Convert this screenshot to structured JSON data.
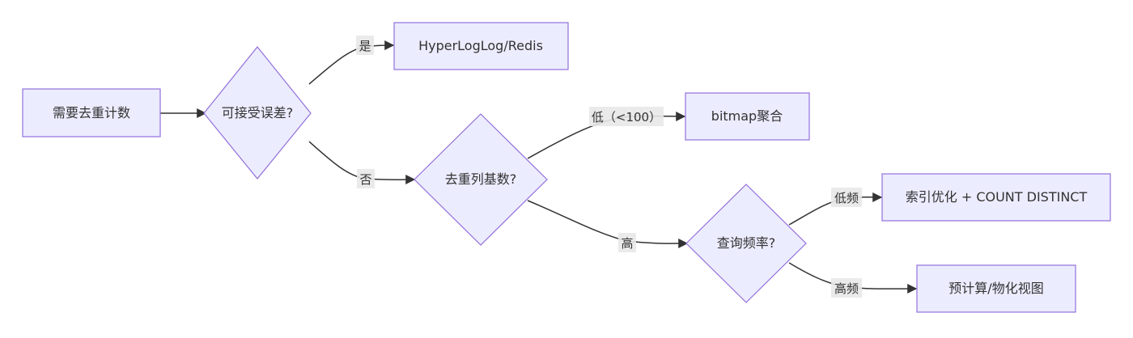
{
  "nodes": {
    "start": "需要去重计数",
    "accept_error": "可接受误差?",
    "hll": "HyperLogLog/Redis",
    "cardinality": "去重列基数?",
    "bitmap": "bitmap聚合",
    "frequency": "查询频率?",
    "index": "索引优化 + COUNT DISTINCT",
    "precompute": "预计算/物化视图"
  },
  "edges": {
    "yes": "是",
    "no": "否",
    "low_card": "低（<100）",
    "high_card": "高",
    "low_freq": "低频",
    "high_freq": "高频"
  },
  "colors": {
    "node_fill": "#ECECFF",
    "node_stroke": "#9370DB",
    "edge": "#333333",
    "label_bg": "#E8E8E8"
  }
}
